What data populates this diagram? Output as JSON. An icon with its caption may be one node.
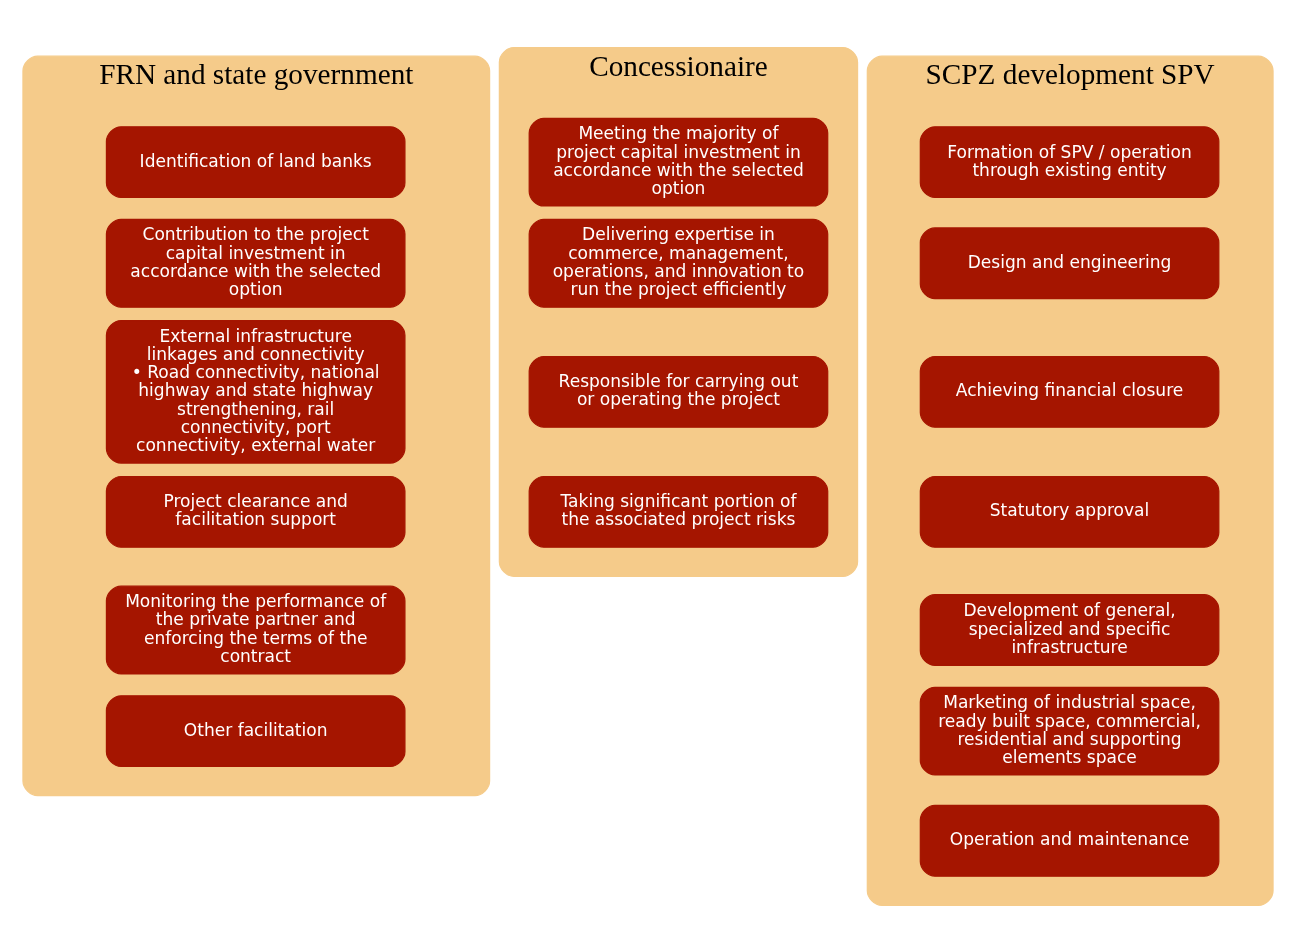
{
  "diagram": {
    "nodes": [
      {
        "text": [
          "FRN and state government"
        ]
      },
      {
        "text": [
          "Identification of land banks"
        ],
        "in": 0
      },
      {
        "text": [
          "Contribution to the project capital investment in accordance with the selected option"
        ],
        "in": 0
      },
      {
        "text": [
          "External infrastructure linkages and connectivity",
          "• Road connectivity, national highway and state highway strengthening, rail connectivity, port connectivity, external water"
        ],
        "in": 0
      },
      {
        "text": [
          "Project clearance and facilitation support"
        ],
        "in": 0
      },
      {
        "text": [
          "Monitoring the performance of the private partner and enforcing the terms of the contract"
        ],
        "in": 0
      },
      {
        "text": [
          "Other facilitation"
        ],
        "in": 0
      },
      {
        "text": [
          "Concessionaire"
        ]
      },
      {
        "text": [
          "Meeting the majority of project capital investment in accordance with the selected option"
        ],
        "in": 7
      },
      {
        "text": [
          "Delivering expertise in commerce, management, operations, and innovation to run the project efficiently"
        ],
        "in": 7
      },
      {
        "text": [
          "Responsible for carrying out or operating the project"
        ],
        "in": 7
      },
      {
        "text": [
          "Taking significant portion of the associated project risks"
        ],
        "in": 7
      },
      {
        "text": [
          "SCPZ development SPV"
        ]
      },
      {
        "text": [
          "Formation of SPV / operation through existing entity"
        ],
        "in": 12
      },
      {
        "text": [
          "Design and engineering"
        ],
        "in": 12
      },
      {
        "text": [
          "Achieving financial closure"
        ],
        "in": 12
      },
      {
        "text": [
          "Statutory approval"
        ],
        "in": 12
      },
      {
        "text": [
          "Development of general, specialized and specific infrastructure"
        ],
        "in": 12
      },
      {
        "text": [
          "Marketing of industrial space, ready built space, commercial, residential and supporting elements space"
        ],
        "in": 12
      },
      {
        "text": [
          "Operation and maintenance"
        ],
        "in": 12
      }
    ]
  }
}
